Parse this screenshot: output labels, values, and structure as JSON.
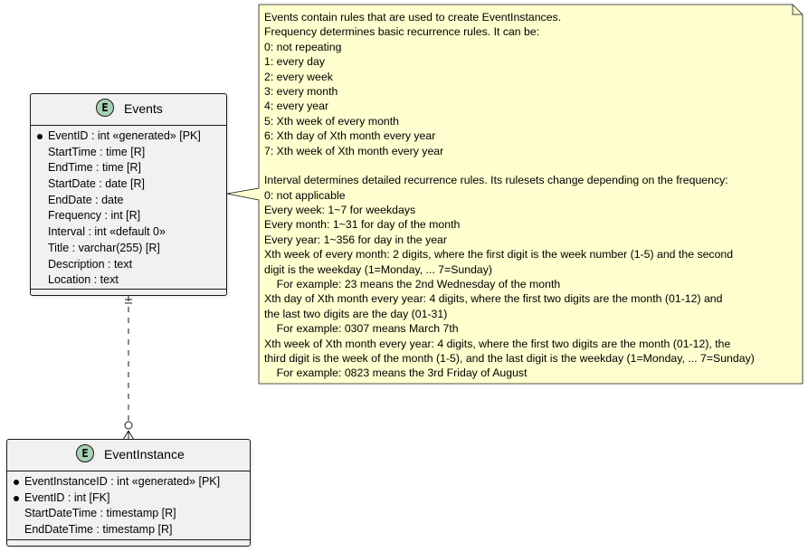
{
  "entities": {
    "events": {
      "badge": "E",
      "name": "Events",
      "key_fields": [
        {
          "text": "EventID : int «generated» [PK]"
        }
      ],
      "fields": [
        {
          "text": "StartTime : time [R]"
        },
        {
          "text": "EndTime : time [R]"
        },
        {
          "text": "StartDate : date [R]"
        },
        {
          "text": "EndDate : date"
        },
        {
          "text": "Frequency : int [R]"
        },
        {
          "text": "Interval : int «default 0»"
        },
        {
          "text": "Title : varchar(255) [R]"
        },
        {
          "text": "Description : text"
        },
        {
          "text": "Location : text"
        }
      ]
    },
    "event_instance": {
      "badge": "E",
      "name": "EventInstance",
      "key_fields": [
        {
          "text": "EventInstanceID : int «generated» [PK]"
        },
        {
          "text": "EventID : int [FK]"
        }
      ],
      "fields": [
        {
          "text": "StartDateTime : timestamp [R]"
        },
        {
          "text": "EndDateTime : timestamp [R]"
        }
      ]
    }
  },
  "note": {
    "lines": [
      "Events contain rules that are used to create EventInstances.",
      "Frequency determines basic recurrence rules. It can be:",
      "0: not repeating",
      "1: every day",
      "2: every week",
      "3: every month",
      "4: every year",
      "5: Xth week of every month",
      "6: Xth day of Xth month every year",
      "7: Xth week of Xth month every year",
      "",
      "Interval determines detailed recurrence rules. Its rulesets change depending on the frequency:",
      "0: not applicable",
      "Every week: 1~7 for weekdays",
      "Every month: 1~31 for day of the month",
      "Every year: 1~356 for day in the year",
      "Xth week of every month: 2 digits, where the first digit is the week number (1-5) and the second",
      "digit is the weekday (1=Monday, ... 7=Sunday)",
      "    For example: 23 means the 2nd Wednesday of the month",
      "Xth day of Xth month every year: 4 digits, where the first two digits are the month (01-12) and",
      "the last two digits are the day (01-31)",
      "    For example: 0307 means March 7th",
      "Xth week of Xth month every year: 4 digits, where the first two digits are the month (01-12), the",
      "third digit is the week of the month (1-5), and the last digit is the weekday (1=Monday, ... 7=Sunday)",
      "    For example: 0823 means the 3rd Friday of August"
    ]
  },
  "colors": {
    "entity_fill": "#f1f1f1",
    "entity_badge": "#a9d0b3",
    "note_fill": "#fefece",
    "line": "#181818"
  }
}
